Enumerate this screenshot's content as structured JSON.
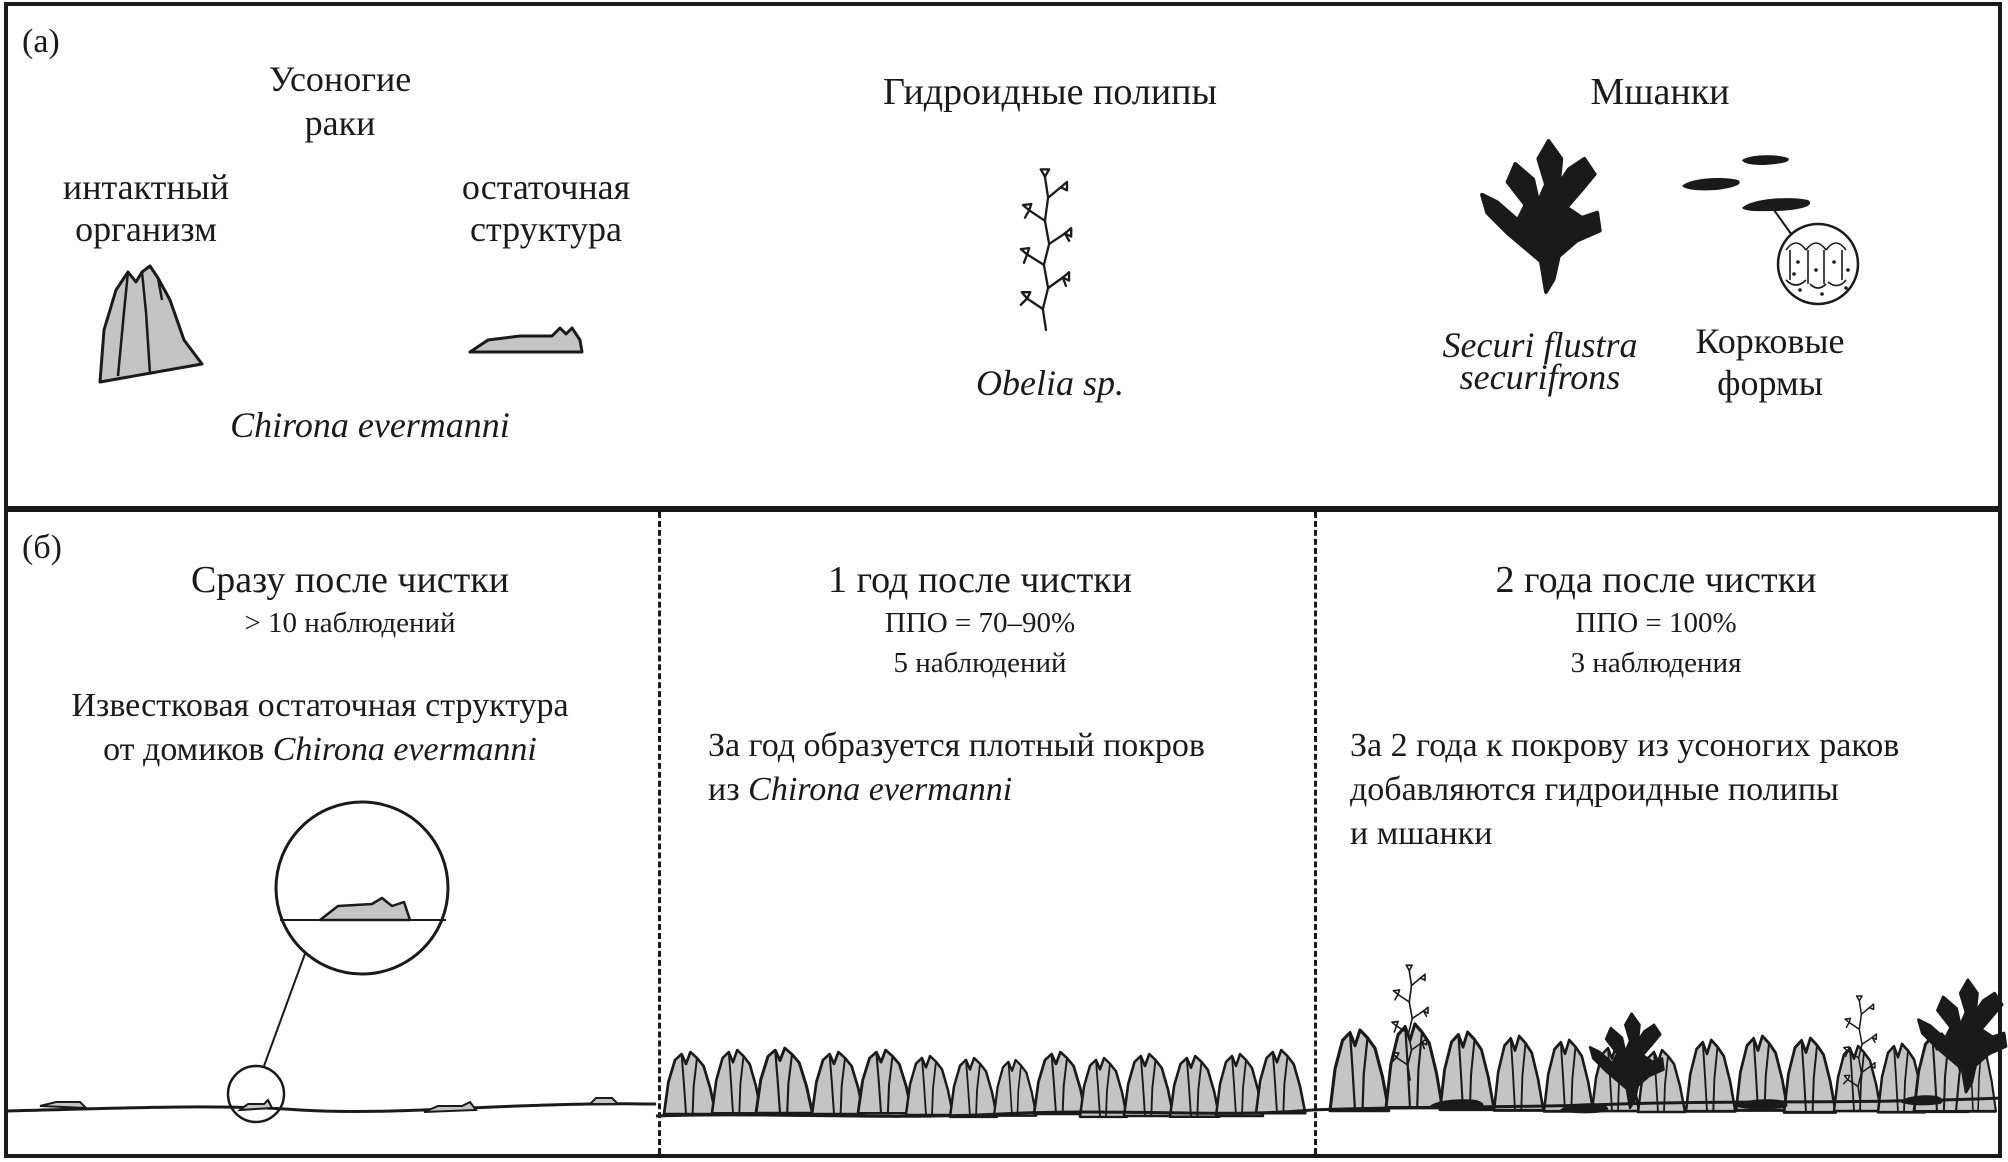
{
  "panel_a": {
    "tag": "(а)",
    "barnacles": {
      "title_line1": "Усоногие",
      "title_line2": "раки",
      "intact_line1": "интактный",
      "intact_line2": "организм",
      "residual_line1": "остаточная",
      "residual_line2": "структура",
      "species": "Chirona evermanni"
    },
    "hydroids": {
      "title": "Гидроидные полипы",
      "species": "Obelia sp."
    },
    "bryozoans": {
      "title": "Мшанки",
      "species_line1": "Securi flustra",
      "species_line2": "securifrons",
      "crust_line1": "Корковые",
      "crust_line2": "формы"
    }
  },
  "panel_b": {
    "tag": "(б)",
    "columns": [
      {
        "title": "Сразу после чистки",
        "stats": [
          "> 10 наблюдений"
        ],
        "desc_line1": "Известковая остаточная структура",
        "desc_line2_prefix": "от домиков ",
        "desc_line2_species": "Chirona evermanni"
      },
      {
        "title": "1 год после чистки",
        "stats": [
          "ППО = 70–90%",
          "5 наблюдений"
        ],
        "desc_line1": "За год образуется плотный покров",
        "desc_line2_prefix": "из ",
        "desc_line2_species": "Chirona evermanni"
      },
      {
        "title": "2 года после чистки",
        "stats": [
          "ППО = 100%",
          "3 наблюдения"
        ],
        "desc_line1": "За 2 года к покрову из усоногих раков",
        "desc_line2": "добавляются гидроидные полипы",
        "desc_line3": "и мшанки"
      }
    ]
  },
  "colors": {
    "ink": "#1a1a1a",
    "barnacle_fill": "#c4c4c4",
    "bryozoan_fill": "#1a1a1a",
    "background": "#ffffff"
  }
}
